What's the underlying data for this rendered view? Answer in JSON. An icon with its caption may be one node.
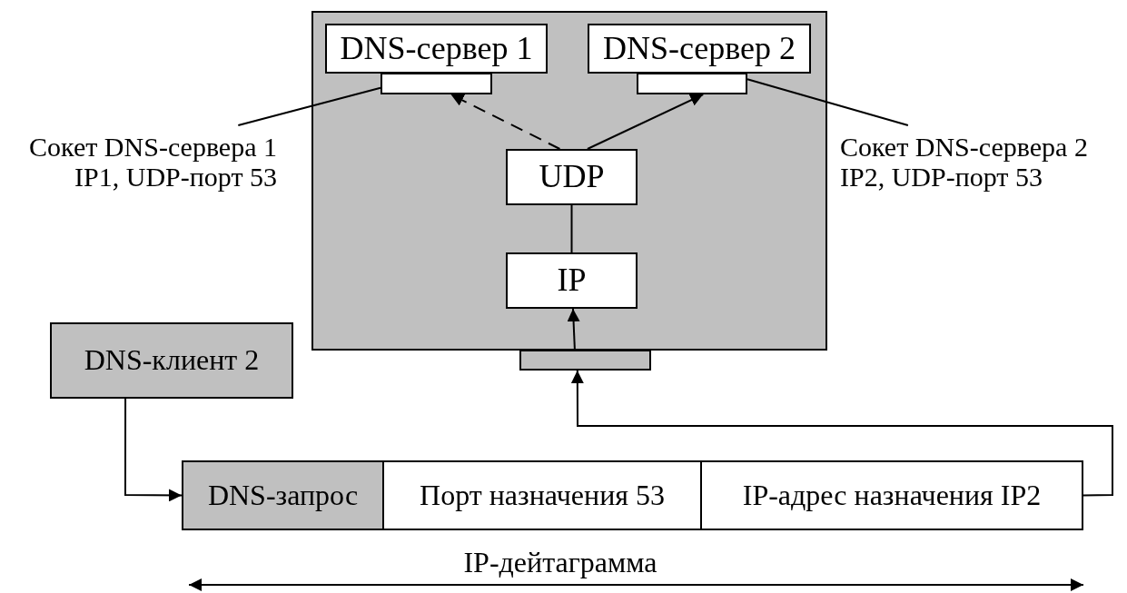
{
  "diagram": {
    "nodes": [
      {
        "text": [],
        "shape": "box"
      },
      {
        "text": [
          "DNS-сервер 1"
        ],
        "in": 0
      },
      {
        "text": [],
        "shape": "box",
        "in": 0
      },
      {
        "text": [
          "DNS-сервер 2"
        ],
        "in": 0
      },
      {
        "text": [],
        "shape": "box",
        "in": 0
      },
      {
        "text": [
          "UDP"
        ],
        "in": 0
      },
      {
        "text": [
          "IP"
        ],
        "in": 0
      },
      {
        "text": [],
        "shape": "box"
      },
      {
        "text": [
          "Сокет DNS-сервера 1 IP1, UDP-порт 53"
        ]
      },
      {
        "text": [
          "Сокет DNS-сервера 2 IP2, UDP-порт 53"
        ]
      },
      {
        "text": [
          "DNS-клиент 2"
        ]
      },
      {
        "text": [
          "DNS-запрос"
        ]
      },
      {
        "text": [
          "Порт назначения 53"
        ]
      },
      {
        "text": [
          "IP-адрес назначения IP2"
        ]
      }
    ],
    "edges": [
      {
        "from": 8,
        "to": 2,
        "arrow": "none"
      },
      {
        "from": 9,
        "to": 4,
        "arrow": "none"
      },
      {
        "from": 5,
        "to": 2,
        "arrow": "to",
        "style": "dashed"
      },
      {
        "from": 5,
        "to": 4,
        "arrow": "to"
      },
      {
        "from": 5,
        "to": 6,
        "arrow": "none"
      },
      {
        "from": 7,
        "to": 6,
        "arrow": "to"
      },
      {
        "from": 13,
        "to": 7,
        "arrow": "to"
      },
      {
        "from": 10,
        "to": 11,
        "arrow": "to"
      }
    ],
    "labels": [
      "IP-дейтаграмма"
    ]
  }
}
